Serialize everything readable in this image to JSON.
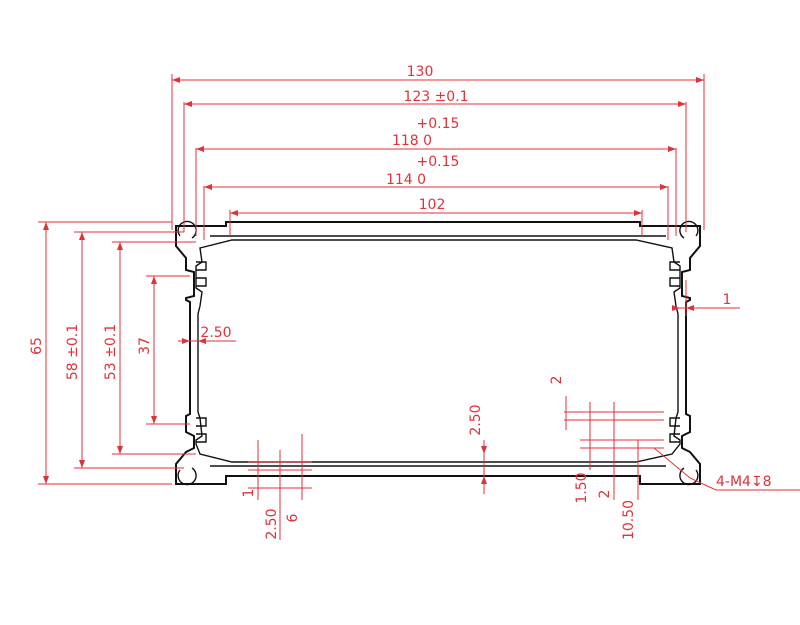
{
  "colors": {
    "dimension": "#e0323a",
    "outline": "#111111",
    "background": "#ffffff"
  },
  "dimensions": {
    "width_overall": "130",
    "width_123": "123 ±0.1",
    "width_118_tol": "+0.15",
    "width_118": "118 0",
    "width_114_tol": "+0.15",
    "width_114": "114 0",
    "width_102": "102",
    "height_overall": "65",
    "height_58": "58 ±0.1",
    "height_53": "53 ±0.1",
    "height_37": "37",
    "wall_thickness": "2.50",
    "right_wall": "1",
    "bottom_rail_1": "1",
    "bottom_2_50": "2.50",
    "bottom_6": "6",
    "center_2_50": "2.50",
    "right_2_top": "2",
    "right_1_50": "1.50",
    "right_2": "2",
    "right_10_50": "10.50",
    "screw_callout": "4-M4↧8"
  }
}
